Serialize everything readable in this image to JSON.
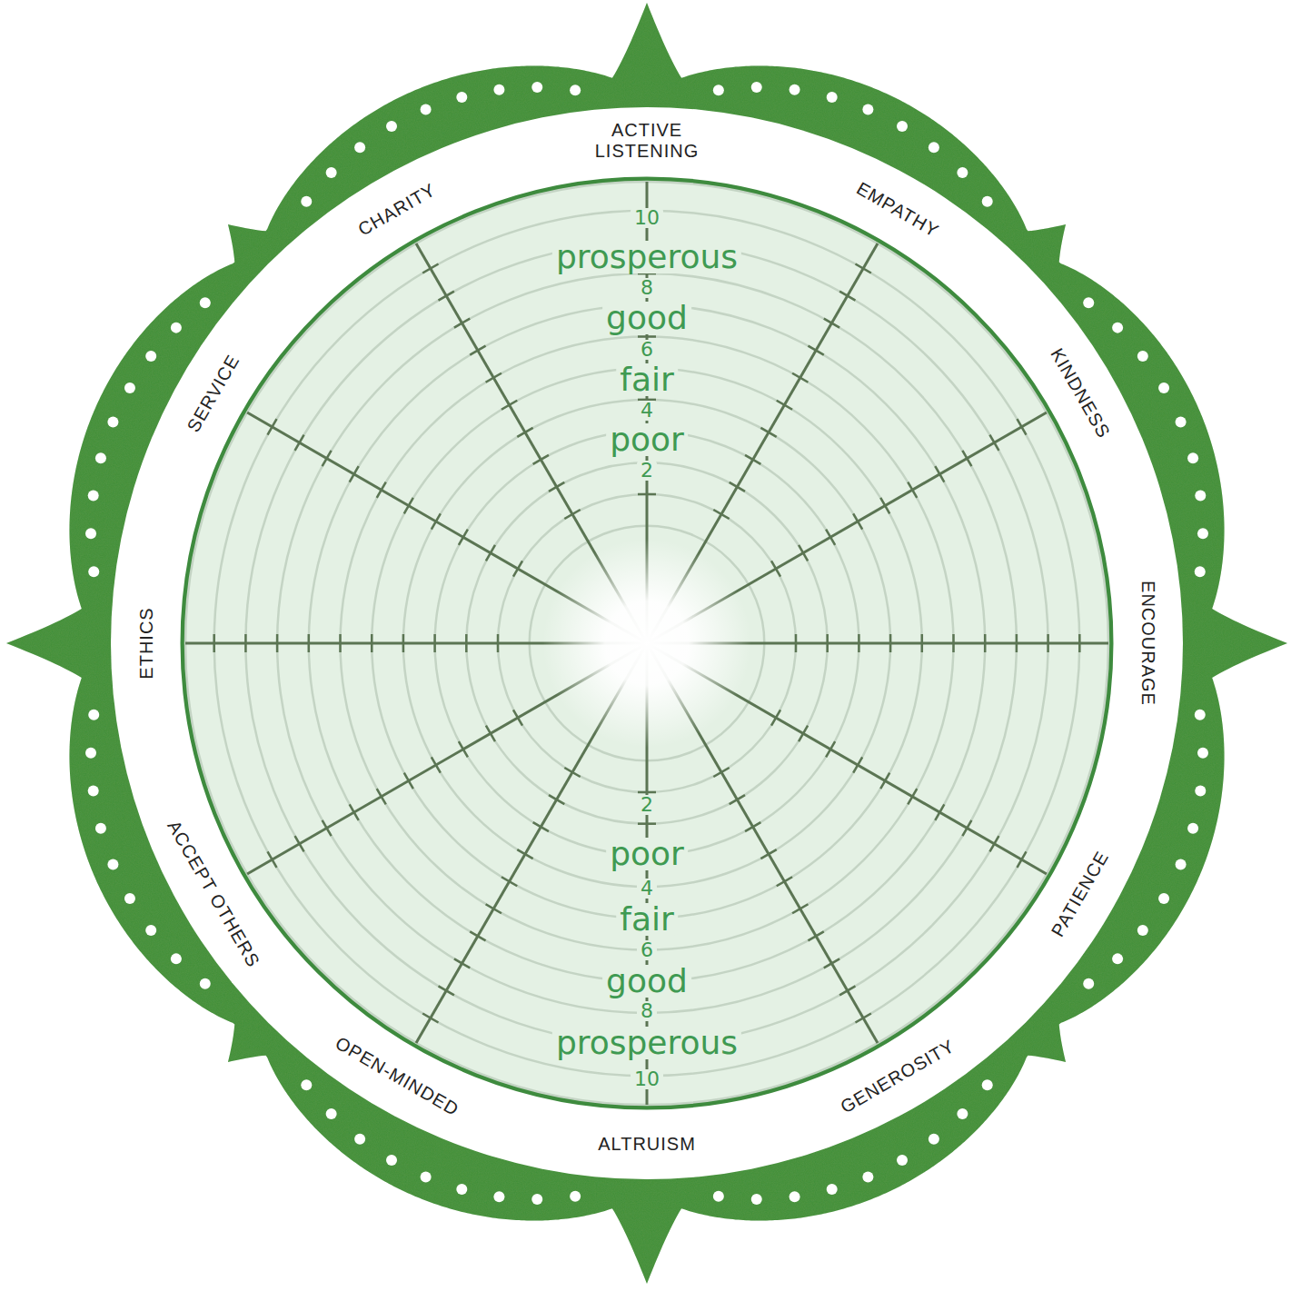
{
  "diagram": {
    "labels": [
      "ACTIVE LISTENING",
      "EMPATHY",
      "KINDNESS",
      "ENCOURAGE",
      "PATIENCE",
      "GENEROSITY",
      "ALTRUISM",
      "OPEN-MINDED",
      "ACCEPT OTHERS",
      "ETHICS",
      "SERVICE",
      "CHARITY",
      "10",
      "prosperous",
      "8",
      "good",
      "6",
      "fair",
      "4",
      "poor",
      "2",
      "2",
      "poor",
      "4",
      "fair",
      "6",
      "good",
      "8",
      "prosperous",
      "10"
    ]
  }
}
